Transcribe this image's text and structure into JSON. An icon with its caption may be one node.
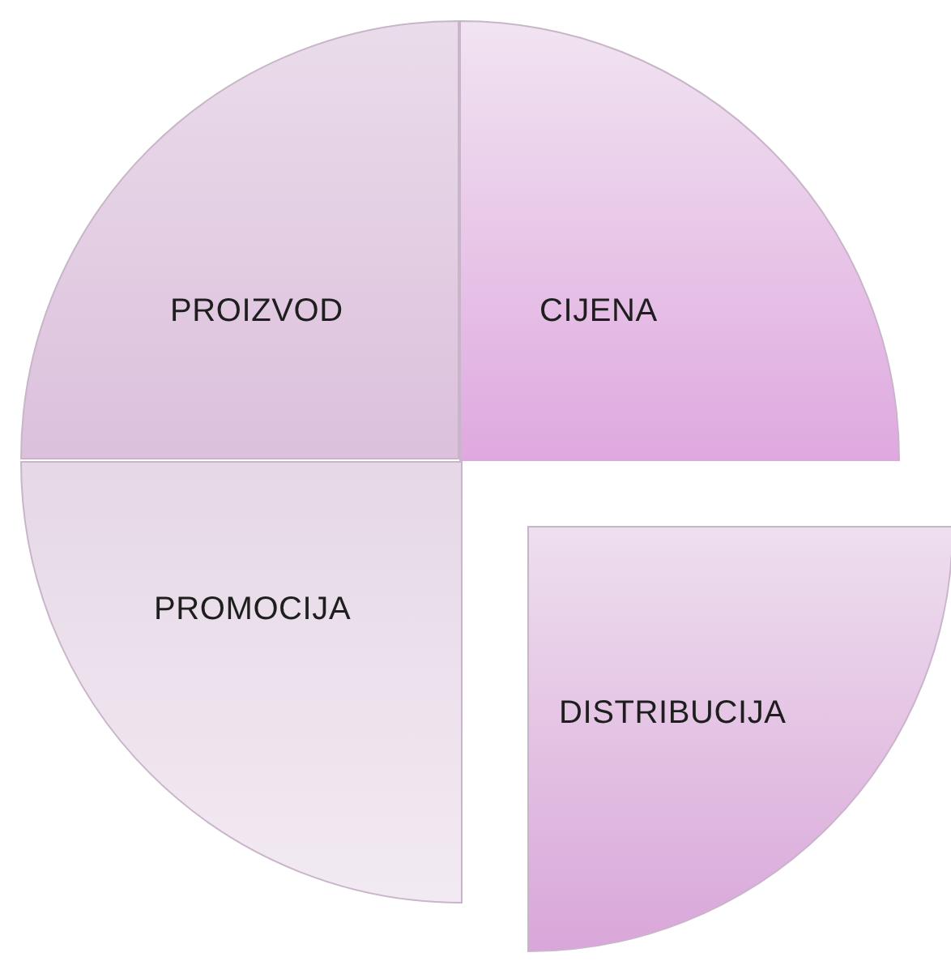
{
  "diagram": {
    "nodes": [
      {
        "text": [
          "PROIZVOD"
        ]
      },
      {
        "text": [
          "CIJENA"
        ]
      },
      {
        "text": [
          "PROMOCIJA"
        ]
      },
      {
        "text": [
          "DISTRIBUCIJA"
        ]
      }
    ]
  }
}
